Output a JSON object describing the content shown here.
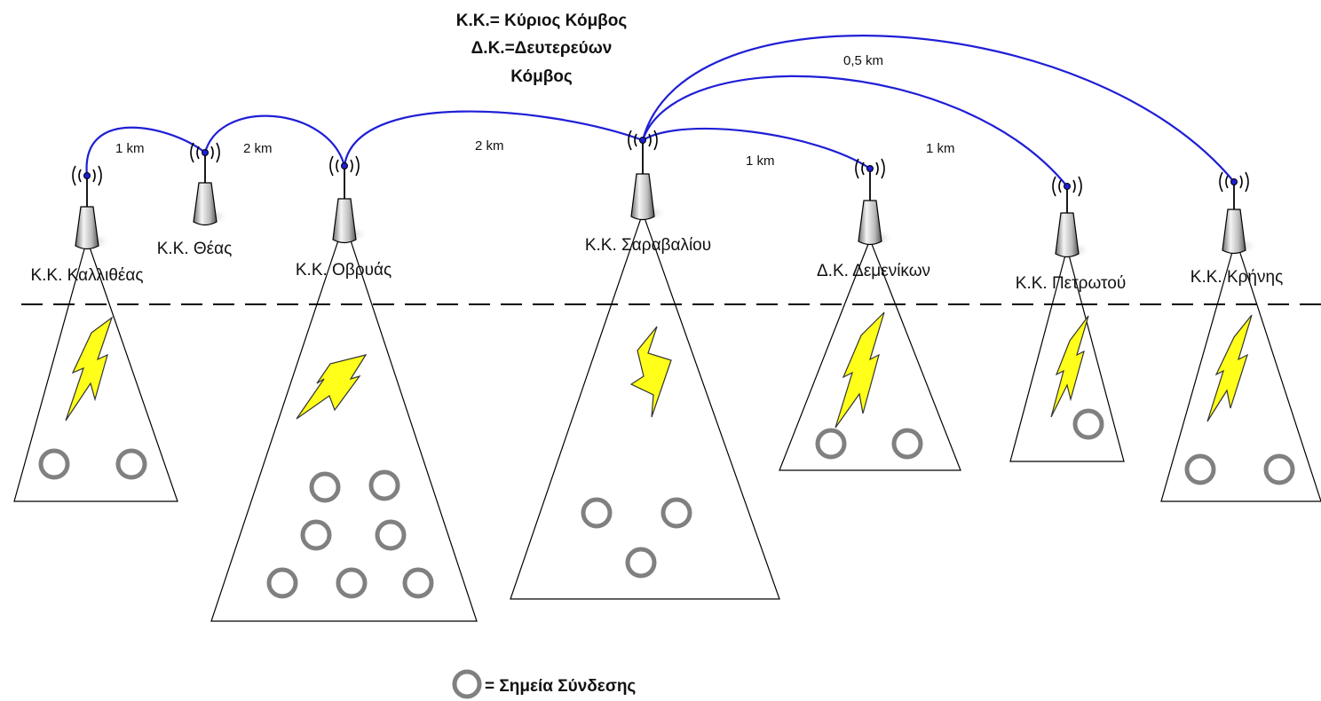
{
  "legend": {
    "kk_line": "Κ.Κ.= Κύριος Κόμβος",
    "dk_line1": "Δ.Κ.=Δευτερεύων",
    "dk_line2": "Κόμβος",
    "connection_point": "= Σημεία Σύνδεσης"
  },
  "nodes": [
    {
      "id": "kallitheas",
      "label": "Κ.Κ. Καλλιθέας",
      "connection_points": 2
    },
    {
      "id": "theas",
      "label": "Κ.Κ. Θέας",
      "connection_points": 0
    },
    {
      "id": "ovryas",
      "label": "Κ.Κ. Οβρυάς",
      "connection_points": 7
    },
    {
      "id": "saravaliou",
      "label": "Κ.Κ. Σαραβαλίου",
      "connection_points": 3
    },
    {
      "id": "demenikon",
      "label": "Δ.Κ. Δεμενίκων",
      "connection_points": 2
    },
    {
      "id": "petrotou",
      "label": "Κ.Κ. Πετρωτού",
      "connection_points": 1
    },
    {
      "id": "krinis",
      "label": "Κ.Κ. Κρήνης",
      "connection_points": 2
    }
  ],
  "links": [
    {
      "from": "kallitheas",
      "to": "theas",
      "distance": "1 km"
    },
    {
      "from": "theas",
      "to": "ovryas",
      "distance": "2 km"
    },
    {
      "from": "ovryas",
      "to": "saravaliou",
      "distance": "2 km"
    },
    {
      "from": "saravaliou",
      "to": "demenikon",
      "distance": "1 km"
    },
    {
      "from": "saravaliou",
      "to": "petrotou",
      "distance": "1 km"
    },
    {
      "from": "saravaliou",
      "to": "krinis",
      "distance": "0,5 km"
    }
  ],
  "colors": {
    "link": "#1f1fd6",
    "bolt": "#ffff1a",
    "connection_point": "#808080"
  }
}
